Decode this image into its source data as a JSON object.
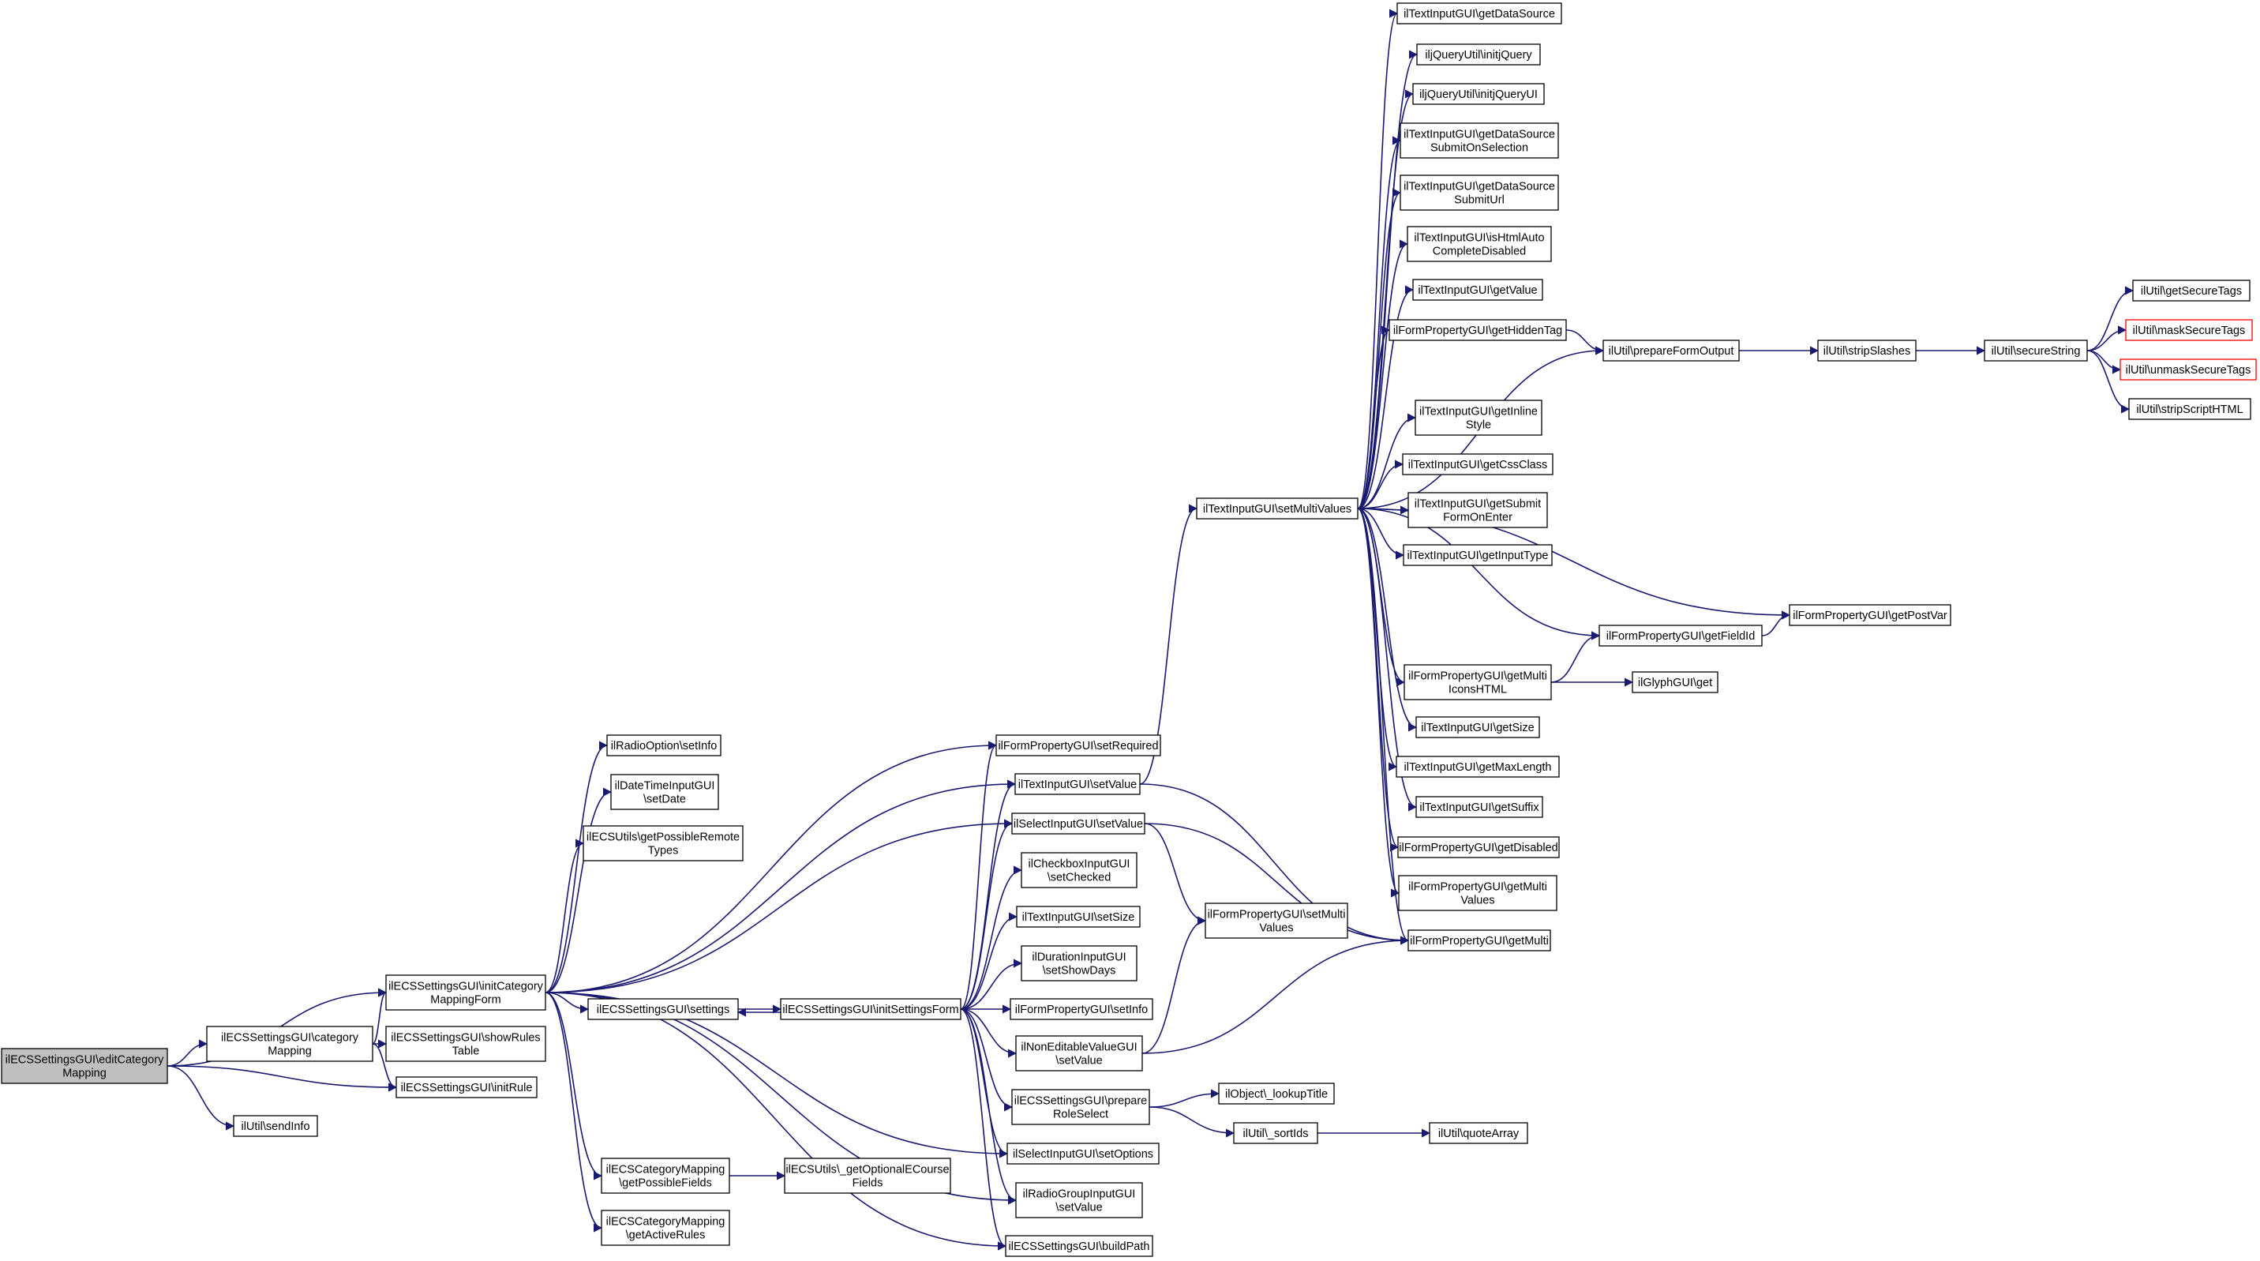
{
  "colors": {
    "edge": "#191970",
    "node_border": "#000000",
    "node_fill": "#ffffff",
    "root_fill": "#bfbfbf",
    "incomplete_border": "#ff0000"
  },
  "nodes": [
    {
      "id": "editCat",
      "lines": [
        "ilECSSettingsGUI\\editCategory",
        "Mapping"
      ],
      "root": true
    },
    {
      "id": "catMap",
      "lines": [
        "ilECSSettingsGUI\\category",
        "Mapping"
      ]
    },
    {
      "id": "sendInfo",
      "lines": [
        "ilUtil\\sendInfo"
      ]
    },
    {
      "id": "initCatForm",
      "lines": [
        "ilECSSettingsGUI\\initCategory",
        "MappingForm"
      ]
    },
    {
      "id": "showRules",
      "lines": [
        "ilECSSettingsGUI\\showRules",
        "Table"
      ]
    },
    {
      "id": "initRule",
      "lines": [
        "ilECSSettingsGUI\\initRule"
      ]
    },
    {
      "id": "radioSetInfo",
      "lines": [
        "ilRadioOption\\setInfo"
      ]
    },
    {
      "id": "dtSetDate",
      "lines": [
        "ilDateTimeInputGUI",
        "\\setDate"
      ]
    },
    {
      "id": "getPossRemote",
      "lines": [
        "ilECSUtils\\getPossibleRemote",
        "Types"
      ]
    },
    {
      "id": "settings",
      "lines": [
        "ilECSSettingsGUI\\settings"
      ]
    },
    {
      "id": "getPossFields",
      "lines": [
        "ilECSCategoryMapping",
        "\\getPossibleFields"
      ]
    },
    {
      "id": "getActiveRules",
      "lines": [
        "ilECSCategoryMapping",
        "\\getActiveRules"
      ]
    },
    {
      "id": "getOptional",
      "lines": [
        "ilECSUtils\\_getOptionalECourse",
        "Fields"
      ]
    },
    {
      "id": "initSettingsForm",
      "lines": [
        "ilECSSettingsGUI\\initSettingsForm"
      ]
    },
    {
      "id": "setRequired",
      "lines": [
        "ilFormPropertyGUI\\setRequired"
      ]
    },
    {
      "id": "tiSetValue",
      "lines": [
        "ilTextInputGUI\\setValue"
      ]
    },
    {
      "id": "selSetValue",
      "lines": [
        "ilSelectInputGUI\\setValue"
      ]
    },
    {
      "id": "cbSetChecked",
      "lines": [
        "ilCheckboxInputGUI",
        "\\setChecked"
      ]
    },
    {
      "id": "tiSetSize",
      "lines": [
        "ilTextInputGUI\\setSize"
      ]
    },
    {
      "id": "durSetShowDays",
      "lines": [
        "ilDurationInputGUI",
        "\\setShowDays"
      ]
    },
    {
      "id": "fpSetInfo",
      "lines": [
        "ilFormPropertyGUI\\setInfo"
      ]
    },
    {
      "id": "nevSetValue",
      "lines": [
        "ilNonEditableValueGUI",
        "\\setValue"
      ]
    },
    {
      "id": "prepRole",
      "lines": [
        "ilECSSettingsGUI\\prepare",
        "RoleSelect"
      ]
    },
    {
      "id": "selSetOptions",
      "lines": [
        "ilSelectInputGUI\\setOptions"
      ]
    },
    {
      "id": "rgSetValue",
      "lines": [
        "ilRadioGroupInputGUI",
        "\\setValue"
      ]
    },
    {
      "id": "buildPath",
      "lines": [
        "ilECSSettingsGUI\\buildPath"
      ]
    },
    {
      "id": "lookupTitle",
      "lines": [
        "ilObject\\_lookupTitle"
      ]
    },
    {
      "id": "sortIds",
      "lines": [
        "ilUtil\\_sortIds"
      ]
    },
    {
      "id": "quoteArray",
      "lines": [
        "ilUtil\\quoteArray"
      ]
    },
    {
      "id": "setMultiValuesFP",
      "lines": [
        "ilFormPropertyGUI\\setMulti",
        "Values"
      ]
    },
    {
      "id": "setMultiValues",
      "lines": [
        "ilTextInputGUI\\setMultiValues"
      ]
    },
    {
      "id": "getDataSource",
      "lines": [
        "ilTextInputGUI\\getDataSource"
      ]
    },
    {
      "id": "initjQuery",
      "lines": [
        "iljQueryUtil\\initjQuery"
      ]
    },
    {
      "id": "initjQueryUI",
      "lines": [
        "iljQueryUtil\\initjQueryUI"
      ]
    },
    {
      "id": "getDSSubmitSel",
      "lines": [
        "ilTextInputGUI\\getDataSource",
        "SubmitOnSelection"
      ]
    },
    {
      "id": "getDSSubmitUrl",
      "lines": [
        "ilTextInputGUI\\getDataSource",
        "SubmitUrl"
      ]
    },
    {
      "id": "isHtmlAuto",
      "lines": [
        "ilTextInputGUI\\isHtmlAuto",
        "CompleteDisabled"
      ]
    },
    {
      "id": "getValue",
      "lines": [
        "ilTextInputGUI\\getValue"
      ]
    },
    {
      "id": "getHiddenTag",
      "lines": [
        "ilFormPropertyGUI\\getHiddenTag"
      ]
    },
    {
      "id": "prepareFormOutput",
      "lines": [
        "ilUtil\\prepareFormOutput"
      ]
    },
    {
      "id": "stripSlashes",
      "lines": [
        "ilUtil\\stripSlashes"
      ]
    },
    {
      "id": "secureString",
      "lines": [
        "ilUtil\\secureString"
      ]
    },
    {
      "id": "getSecureTags",
      "lines": [
        "ilUtil\\getSecureTags"
      ]
    },
    {
      "id": "maskSecureTags",
      "lines": [
        "ilUtil\\maskSecureTags"
      ],
      "incomplete": true
    },
    {
      "id": "unmaskSecureTags",
      "lines": [
        "ilUtil\\unmaskSecureTags"
      ],
      "incomplete": true
    },
    {
      "id": "stripScriptHTML",
      "lines": [
        "ilUtil\\stripScriptHTML"
      ]
    },
    {
      "id": "getInlineStyle",
      "lines": [
        "ilTextInputGUI\\getInline",
        "Style"
      ]
    },
    {
      "id": "getCssClass",
      "lines": [
        "ilTextInputGUI\\getCssClass"
      ]
    },
    {
      "id": "getSubmitEnter",
      "lines": [
        "ilTextInputGUI\\getSubmit",
        "FormOnEnter"
      ]
    },
    {
      "id": "getInputType",
      "lines": [
        "ilTextInputGUI\\getInputType"
      ]
    },
    {
      "id": "getPostVar",
      "lines": [
        "ilFormPropertyGUI\\getPostVar"
      ]
    },
    {
      "id": "getFieldId",
      "lines": [
        "ilFormPropertyGUI\\getFieldId"
      ]
    },
    {
      "id": "getMultiIcons",
      "lines": [
        "ilFormPropertyGUI\\getMulti",
        "IconsHTML"
      ]
    },
    {
      "id": "glyphGet",
      "lines": [
        "ilGlyphGUI\\get"
      ]
    },
    {
      "id": "getSize",
      "lines": [
        "ilTextInputGUI\\getSize"
      ]
    },
    {
      "id": "getMaxLength",
      "lines": [
        "ilTextInputGUI\\getMaxLength"
      ]
    },
    {
      "id": "getSuffix",
      "lines": [
        "ilTextInputGUI\\getSuffix"
      ]
    },
    {
      "id": "getDisabled",
      "lines": [
        "ilFormPropertyGUI\\getDisabled"
      ]
    },
    {
      "id": "getMultiValues",
      "lines": [
        "ilFormPropertyGUI\\getMulti",
        "Values"
      ]
    },
    {
      "id": "getMulti",
      "lines": [
        "ilFormPropertyGUI\\getMulti"
      ]
    }
  ],
  "edges": [
    [
      "editCat",
      "catMap"
    ],
    [
      "editCat",
      "initCatForm"
    ],
    [
      "editCat",
      "initRule"
    ],
    [
      "editCat",
      "sendInfo"
    ],
    [
      "catMap",
      "initCatForm"
    ],
    [
      "catMap",
      "showRules"
    ],
    [
      "catMap",
      "initRule"
    ],
    [
      "initCatForm",
      "radioSetInfo"
    ],
    [
      "initCatForm",
      "dtSetDate"
    ],
    [
      "initCatForm",
      "getPossRemote"
    ],
    [
      "initCatForm",
      "setRequired"
    ],
    [
      "initCatForm",
      "tiSetValue"
    ],
    [
      "initCatForm",
      "selSetValue"
    ],
    [
      "initCatForm",
      "settings"
    ],
    [
      "initCatForm",
      "getPossFields"
    ],
    [
      "initCatForm",
      "getActiveRules"
    ],
    [
      "initCatForm",
      "selSetOptions"
    ],
    [
      "initCatForm",
      "rgSetValue"
    ],
    [
      "initCatForm",
      "buildPath"
    ],
    [
      "settings",
      "initSettingsForm"
    ],
    [
      "initSettingsForm",
      "settings"
    ],
    [
      "getPossFields",
      "getOptional"
    ],
    [
      "initSettingsForm",
      "setRequired"
    ],
    [
      "initSettingsForm",
      "tiSetValue"
    ],
    [
      "initSettingsForm",
      "selSetValue"
    ],
    [
      "initSettingsForm",
      "cbSetChecked"
    ],
    [
      "initSettingsForm",
      "tiSetSize"
    ],
    [
      "initSettingsForm",
      "durSetShowDays"
    ],
    [
      "initSettingsForm",
      "fpSetInfo"
    ],
    [
      "initSettingsForm",
      "nevSetValue"
    ],
    [
      "initSettingsForm",
      "prepRole"
    ],
    [
      "initSettingsForm",
      "selSetOptions"
    ],
    [
      "initSettingsForm",
      "rgSetValue"
    ],
    [
      "initSettingsForm",
      "buildPath"
    ],
    [
      "tiSetValue",
      "setMultiValues"
    ],
    [
      "tiSetValue",
      "getMulti"
    ],
    [
      "selSetValue",
      "setMultiValuesFP"
    ],
    [
      "selSetValue",
      "getMulti"
    ],
    [
      "nevSetValue",
      "setMultiValuesFP"
    ],
    [
      "nevSetValue",
      "getMulti"
    ],
    [
      "prepRole",
      "lookupTitle"
    ],
    [
      "prepRole",
      "sortIds"
    ],
    [
      "sortIds",
      "quoteArray"
    ],
    [
      "setMultiValues",
      "getDataSource"
    ],
    [
      "setMultiValues",
      "initjQuery"
    ],
    [
      "setMultiValues",
      "initjQueryUI"
    ],
    [
      "setMultiValues",
      "getDSSubmitSel"
    ],
    [
      "setMultiValues",
      "getDSSubmitUrl"
    ],
    [
      "setMultiValues",
      "isHtmlAuto"
    ],
    [
      "setMultiValues",
      "getValue"
    ],
    [
      "setMultiValues",
      "getHiddenTag"
    ],
    [
      "setMultiValues",
      "prepareFormOutput"
    ],
    [
      "setMultiValues",
      "getInlineStyle"
    ],
    [
      "setMultiValues",
      "getCssClass"
    ],
    [
      "setMultiValues",
      "getSubmitEnter"
    ],
    [
      "setMultiValues",
      "getInputType"
    ],
    [
      "setMultiValues",
      "getPostVar"
    ],
    [
      "setMultiValues",
      "getFieldId"
    ],
    [
      "setMultiValues",
      "getMultiIcons"
    ],
    [
      "setMultiValues",
      "getSize"
    ],
    [
      "setMultiValues",
      "getMaxLength"
    ],
    [
      "setMultiValues",
      "getSuffix"
    ],
    [
      "setMultiValues",
      "getDisabled"
    ],
    [
      "setMultiValues",
      "getMultiValues"
    ],
    [
      "setMultiValues",
      "getMulti"
    ],
    [
      "getHiddenTag",
      "prepareFormOutput"
    ],
    [
      "prepareFormOutput",
      "stripSlashes"
    ],
    [
      "stripSlashes",
      "secureString"
    ],
    [
      "secureString",
      "getSecureTags"
    ],
    [
      "secureString",
      "maskSecureTags"
    ],
    [
      "secureString",
      "unmaskSecureTags"
    ],
    [
      "secureString",
      "stripScriptHTML"
    ],
    [
      "getFieldId",
      "getPostVar"
    ],
    [
      "getMultiIcons",
      "getFieldId"
    ],
    [
      "getMultiIcons",
      "glyphGet"
    ]
  ]
}
